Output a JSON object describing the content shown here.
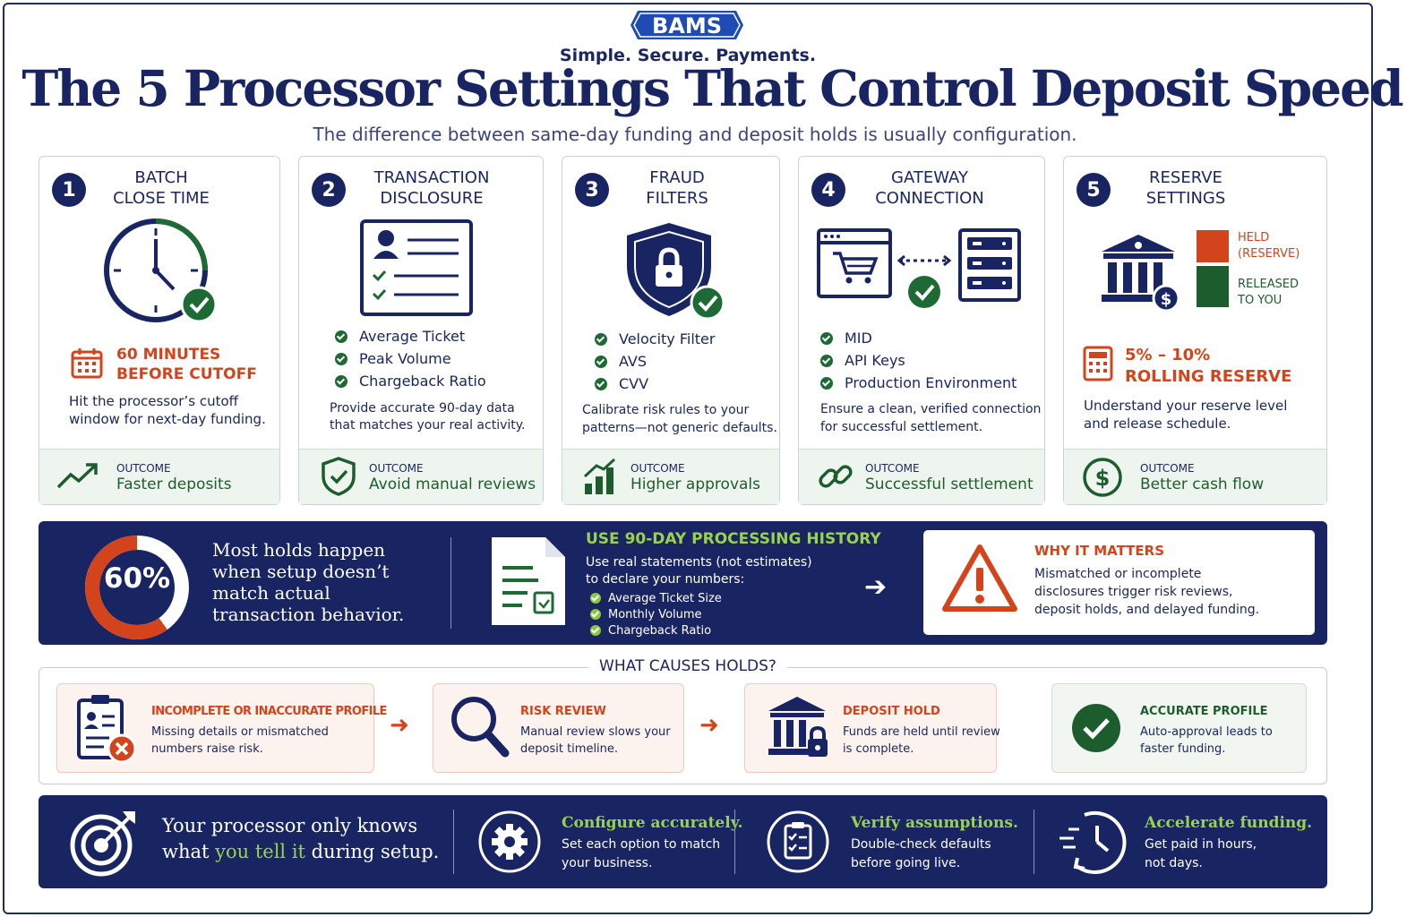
{
  "brand": {
    "logo_text": "BAMS",
    "tagline": "Simple. Secure. Payments."
  },
  "title": "The 5 Processor Settings That Control Deposit Speed",
  "subtitle": "The difference between same-day funding and deposit holds is usually configuration.",
  "cards": [
    {
      "number": "1",
      "title_line1": "BATCH",
      "title_line2": "CLOSE TIME",
      "stat_line1": "60 MINUTES",
      "stat_line2": "BEFORE CUTOFF",
      "desc_line1": "Hit the processor’s cutoff",
      "desc_line2": "window for next-day funding.",
      "outcome_label": "OUTCOME",
      "outcome": "Faster deposits",
      "icon": "clock-icon"
    },
    {
      "number": "2",
      "title_line1": "TRANSACTION",
      "title_line2": "DISCLOSURE",
      "checks": [
        "Average Ticket",
        "Peak Volume",
        "Chargeback Ratio"
      ],
      "desc_line1": "Provide accurate 90-day data",
      "desc_line2": "that matches your real activity.",
      "outcome_label": "OUTCOME",
      "outcome": "Avoid manual reviews",
      "icon": "profile-form-icon"
    },
    {
      "number": "3",
      "title_line1": "FRAUD",
      "title_line2": "FILTERS",
      "checks": [
        "Velocity Filter",
        "AVS",
        "CVV"
      ],
      "desc_line1": "Calibrate risk rules to your",
      "desc_line2": "patterns—not generic defaults.",
      "outcome_label": "OUTCOME",
      "outcome": "Higher approvals",
      "icon": "shield-lock-icon"
    },
    {
      "number": "4",
      "title_line1": "GATEWAY",
      "title_line2": "CONNECTION",
      "checks": [
        "MID",
        "API Keys",
        "Production Environment"
      ],
      "desc_line1": "Ensure a clean, verified connection",
      "desc_line2": "for successful settlement.",
      "outcome_label": "OUTCOME",
      "outcome": "Successful settlement",
      "icon": "cart-server-icon"
    },
    {
      "number": "5",
      "title_line1": "RESERVE",
      "title_line2": "SETTINGS",
      "legend_held_1": "HELD",
      "legend_held_2": "(RESERVE)",
      "legend_released_1": "RELEASED",
      "legend_released_2": "TO YOU",
      "stat_line1": "5% – 10%",
      "stat_line2": "ROLLING RESERVE",
      "desc_line1": "Understand your reserve level",
      "desc_line2": "and release schedule.",
      "outcome_label": "OUTCOME",
      "outcome": "Better cash flow",
      "icon": "bank-icon"
    }
  ],
  "banner": {
    "percent": "60%",
    "percent_value": 0.6,
    "statement": "Most holds happen when setup doesn’t match actual transaction behavior.",
    "history_heading": "USE 90-DAY PROCESSING HISTORY",
    "history_line1": "Use real statements (not estimates)",
    "history_line2": "to declare your numbers:",
    "history_items": [
      "Average Ticket Size",
      "Monthly Volume",
      "Chargeback Ratio"
    ],
    "why_heading": "WHY IT MATTERS",
    "why_line1": "Mismatched or incomplete",
    "why_line2": "disclosures trigger risk reviews,",
    "why_line3": "deposit holds, and delayed funding."
  },
  "causes": {
    "heading": "WHAT CAUSES HOLDS?",
    "steps": [
      {
        "title": "INCOMPLETE OR INACCURATE PROFILE",
        "line1": "Missing details or mismatched",
        "line2": "numbers raise risk."
      },
      {
        "title": "RISK REVIEW",
        "line1": "Manual review slows your",
        "line2": "deposit timeline."
      },
      {
        "title": "DEPOSIT HOLD",
        "line1": "Funds are held until review",
        "line2": "is complete."
      },
      {
        "title": "ACCURATE PROFILE",
        "line1": "Auto-approval leads to",
        "line2": "faster funding."
      }
    ]
  },
  "footer": {
    "line1": "Your processor only knows",
    "line2_a": "what ",
    "line2_b": "you tell it",
    "line2_c": " during setup.",
    "items": [
      {
        "title": "Configure accurately.",
        "line1": "Set each option to match",
        "line2": "your business."
      },
      {
        "title": "Verify assumptions.",
        "line1": "Double-check defaults",
        "line2": "before going live."
      },
      {
        "title": "Accelerate funding.",
        "line1": "Get paid in hours,",
        "line2": "not days."
      }
    ]
  },
  "colors": {
    "navy": "#182562",
    "orange": "#d4441c",
    "green": "#1d6a35",
    "lime": "#9ad249"
  }
}
